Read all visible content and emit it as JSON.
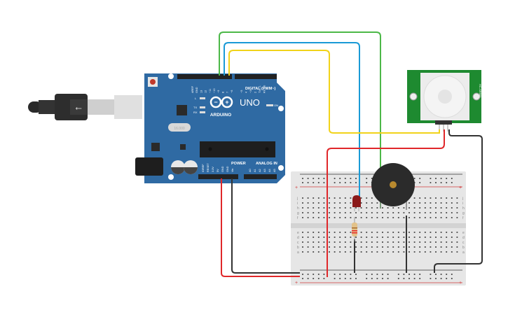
{
  "arduino": {
    "brand": "ARDUINO",
    "model": "UNO",
    "digital_label": "DIGITAL (PWM~)",
    "power_label": "POWER",
    "analog_label": "ANALOG IN",
    "on_label": "ON",
    "l_label": "L",
    "tx_label": "TX",
    "rx_label": "RX",
    "crystal_label": "16.000",
    "digital_pins": [
      "AREF",
      "GND",
      "13",
      "12",
      "~11",
      "~10",
      "~9",
      "8",
      "7",
      "~6",
      "~5",
      "4",
      "~3",
      "2",
      "TX→1",
      "RX←0"
    ],
    "power_pins": [
      "IOREF",
      "RESET",
      "3.3V",
      "5V",
      "GND",
      "GND",
      "Vin"
    ],
    "analog_pins": [
      "A0",
      "A1",
      "A2",
      "A3",
      "A4",
      "A5"
    ],
    "colors": {
      "board": "#2f6aa3",
      "header": "#222222"
    }
  },
  "pir_sensor": {
    "label_left": "Ma ||||",
    "label_right": "HC-SR501",
    "board_color": "#1e8a30"
  },
  "breadboard": {
    "row_letters_top": [
      "j",
      "i",
      "h",
      "g",
      "f"
    ],
    "row_letters_bottom": [
      "e",
      "d",
      "c",
      "b",
      "a"
    ],
    "rail_plus": "+",
    "rail_minus": "−",
    "columns": 30
  },
  "wires": [
    {
      "name": "green-wire",
      "color": "#4cb848",
      "from": "pin ~10",
      "to": "buzzer"
    },
    {
      "name": "blue-wire",
      "color": "#1a9ad6",
      "from": "pin ~9",
      "to": "led"
    },
    {
      "name": "yellow-wire",
      "color": "#f1d31a",
      "from": "pin 8",
      "to": "pir-out"
    },
    {
      "name": "red-wire-5v",
      "color": "#e0272a",
      "from": "5V",
      "to": "plus-rail"
    },
    {
      "name": "black-wire-gnd",
      "color": "#333333",
      "from": "GND",
      "to": "minus-rail"
    },
    {
      "name": "red-wire-pir",
      "color": "#e0272a",
      "from": "plus-rail",
      "to": "pir-vcc"
    },
    {
      "name": "black-wire-pir",
      "color": "#333333",
      "from": "pir-gnd",
      "to": "minus-rail"
    }
  ],
  "components": {
    "led": {
      "color": "#8b1a1a"
    },
    "resistor": {
      "bands": [
        "#e8262a",
        "#e8262a",
        "#a86a2c"
      ]
    },
    "buzzer": {
      "color": "#2b2b2b"
    }
  }
}
